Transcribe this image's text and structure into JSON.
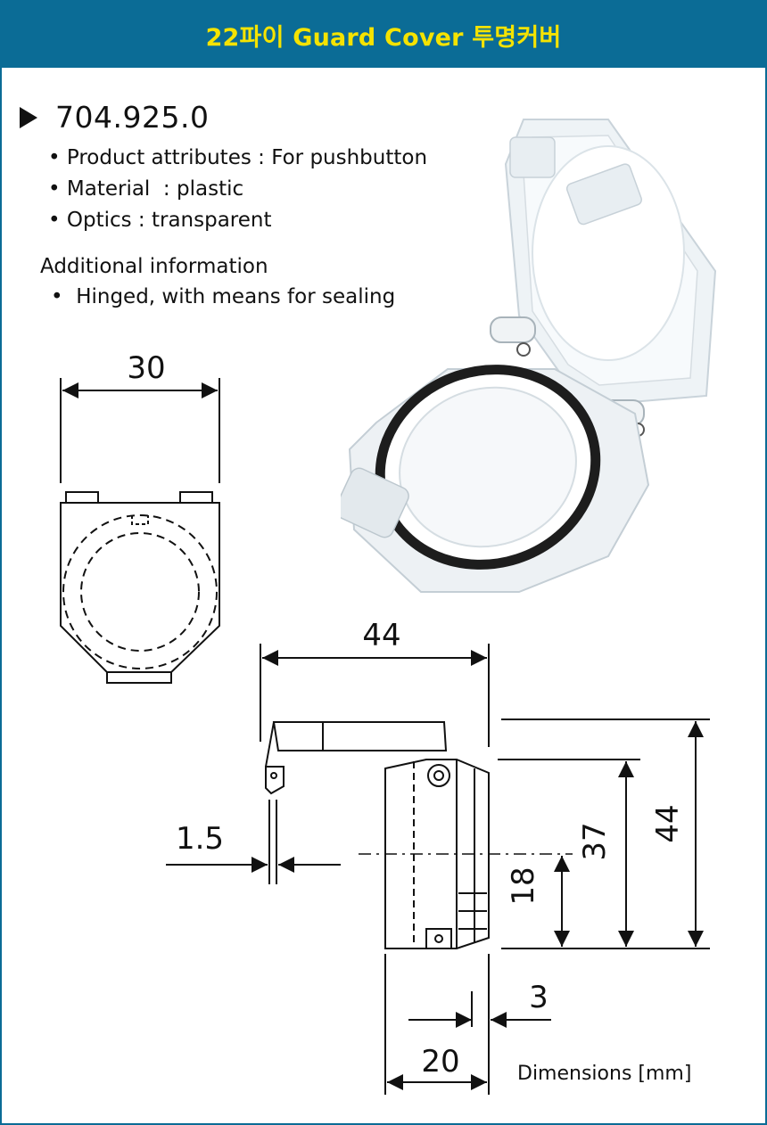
{
  "header": {
    "title": "22파이 Guard Cover 투명커버"
  },
  "product": {
    "code": "704.925.0"
  },
  "attributes": [
    {
      "text": "• Product attributes : For pushbutton"
    },
    {
      "text": "• Material  : plastic"
    },
    {
      "text": "• Optics : transparent"
    }
  ],
  "additional": {
    "title": "Additional information",
    "items": [
      {
        "text": "•  Hinged, with means for sealing"
      }
    ]
  },
  "dimensions": {
    "front_width": "30",
    "side_width": "44",
    "side_height_total": "44",
    "side_height_inner": "37",
    "center_height": "18",
    "hinge_thickness": "1.5",
    "lip": "3",
    "depth": "20",
    "unit_note": "Dimensions [mm]"
  },
  "colors": {
    "header_bg": "#0b6c96",
    "header_text": "#f5e300",
    "line": "#111111"
  }
}
